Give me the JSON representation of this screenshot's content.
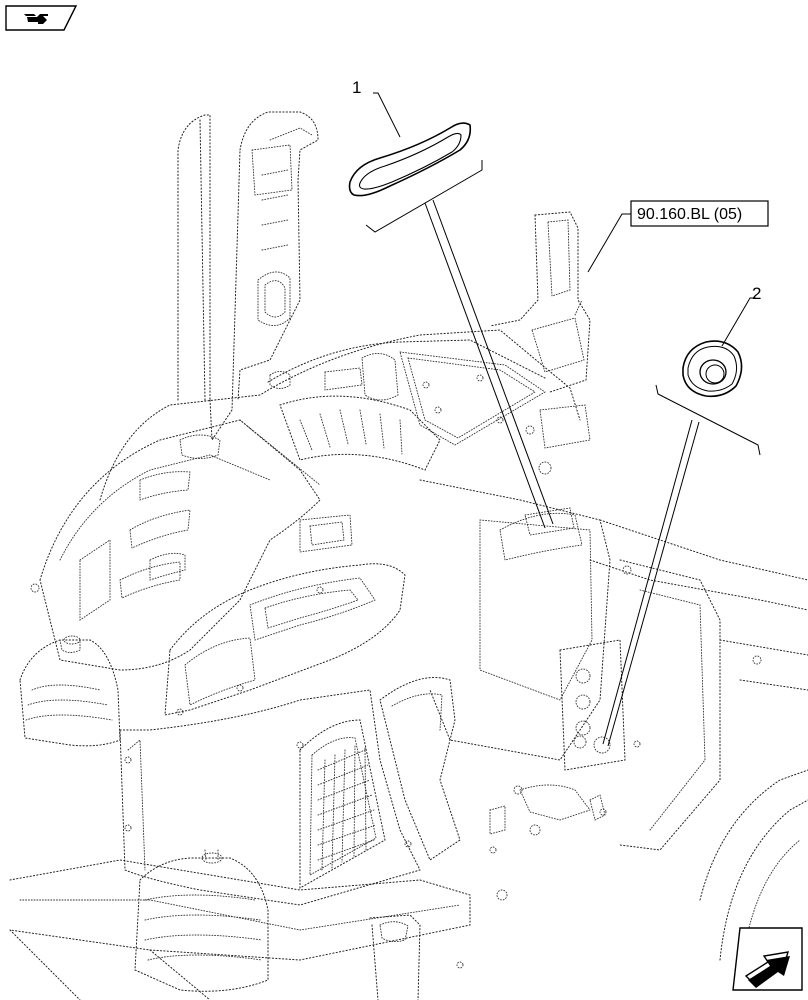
{
  "callouts": {
    "item_1": "1",
    "item_2": "2",
    "reference": "90.160.BL (05)"
  },
  "icons": {
    "top_left": "book-page-icon",
    "bottom_right": "next-page-arrow-icon"
  }
}
